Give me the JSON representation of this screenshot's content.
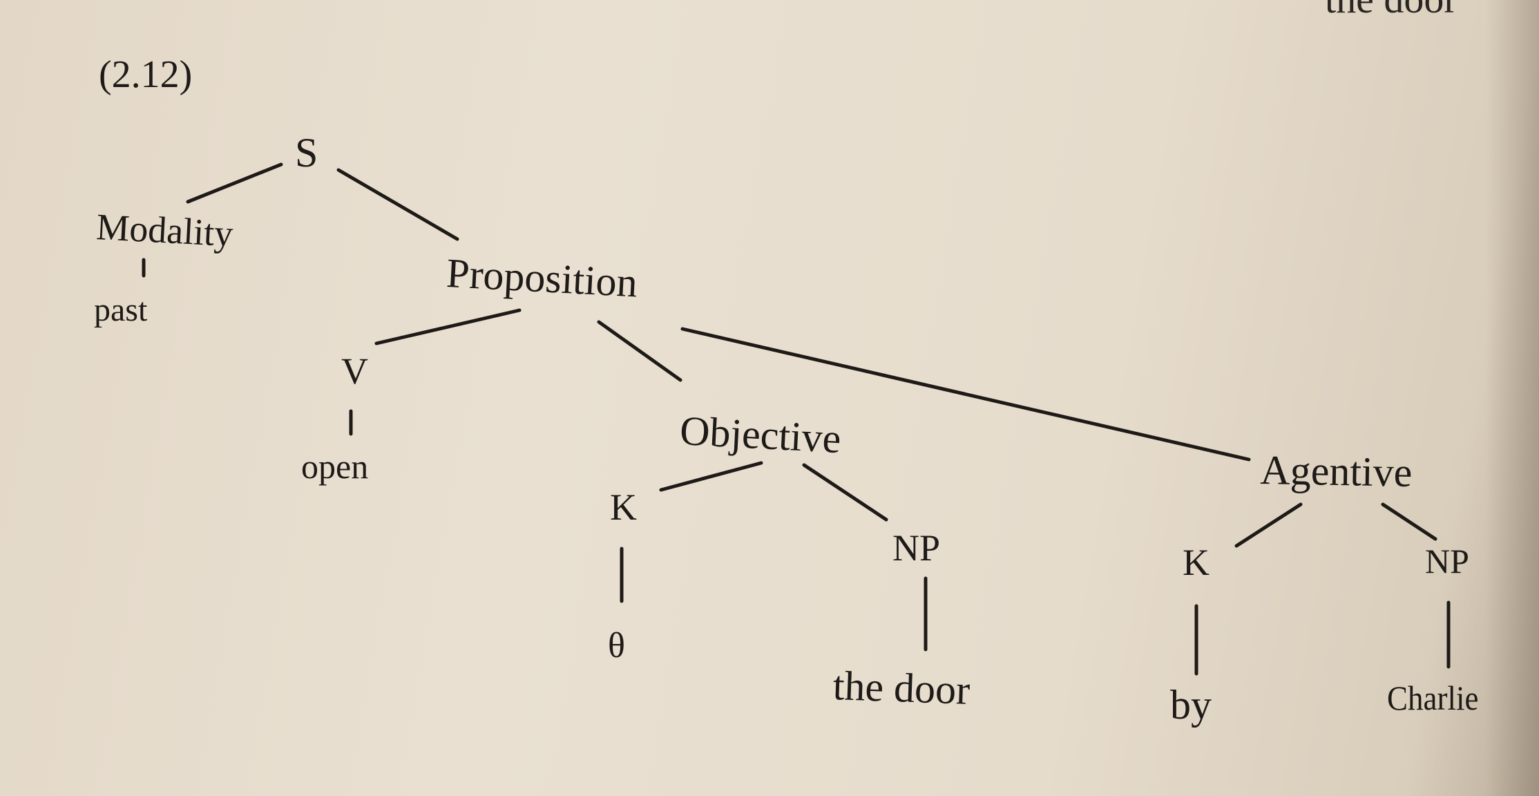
{
  "example_number": "(2.12)",
  "cropped_top_text": "the door",
  "tree": {
    "root": "S",
    "modality": "Modality",
    "modality_value": "past",
    "proposition": "Proposition",
    "verb": "V",
    "verb_value": "open",
    "objective": "Objective",
    "objective_k": "K",
    "objective_k_value": "θ",
    "objective_np": "NP",
    "objective_np_value": "the door",
    "agentive": "Agentive",
    "agentive_k": "K",
    "agentive_k_value": "by",
    "agentive_np": "NP",
    "agentive_np_value": "Charlie"
  }
}
